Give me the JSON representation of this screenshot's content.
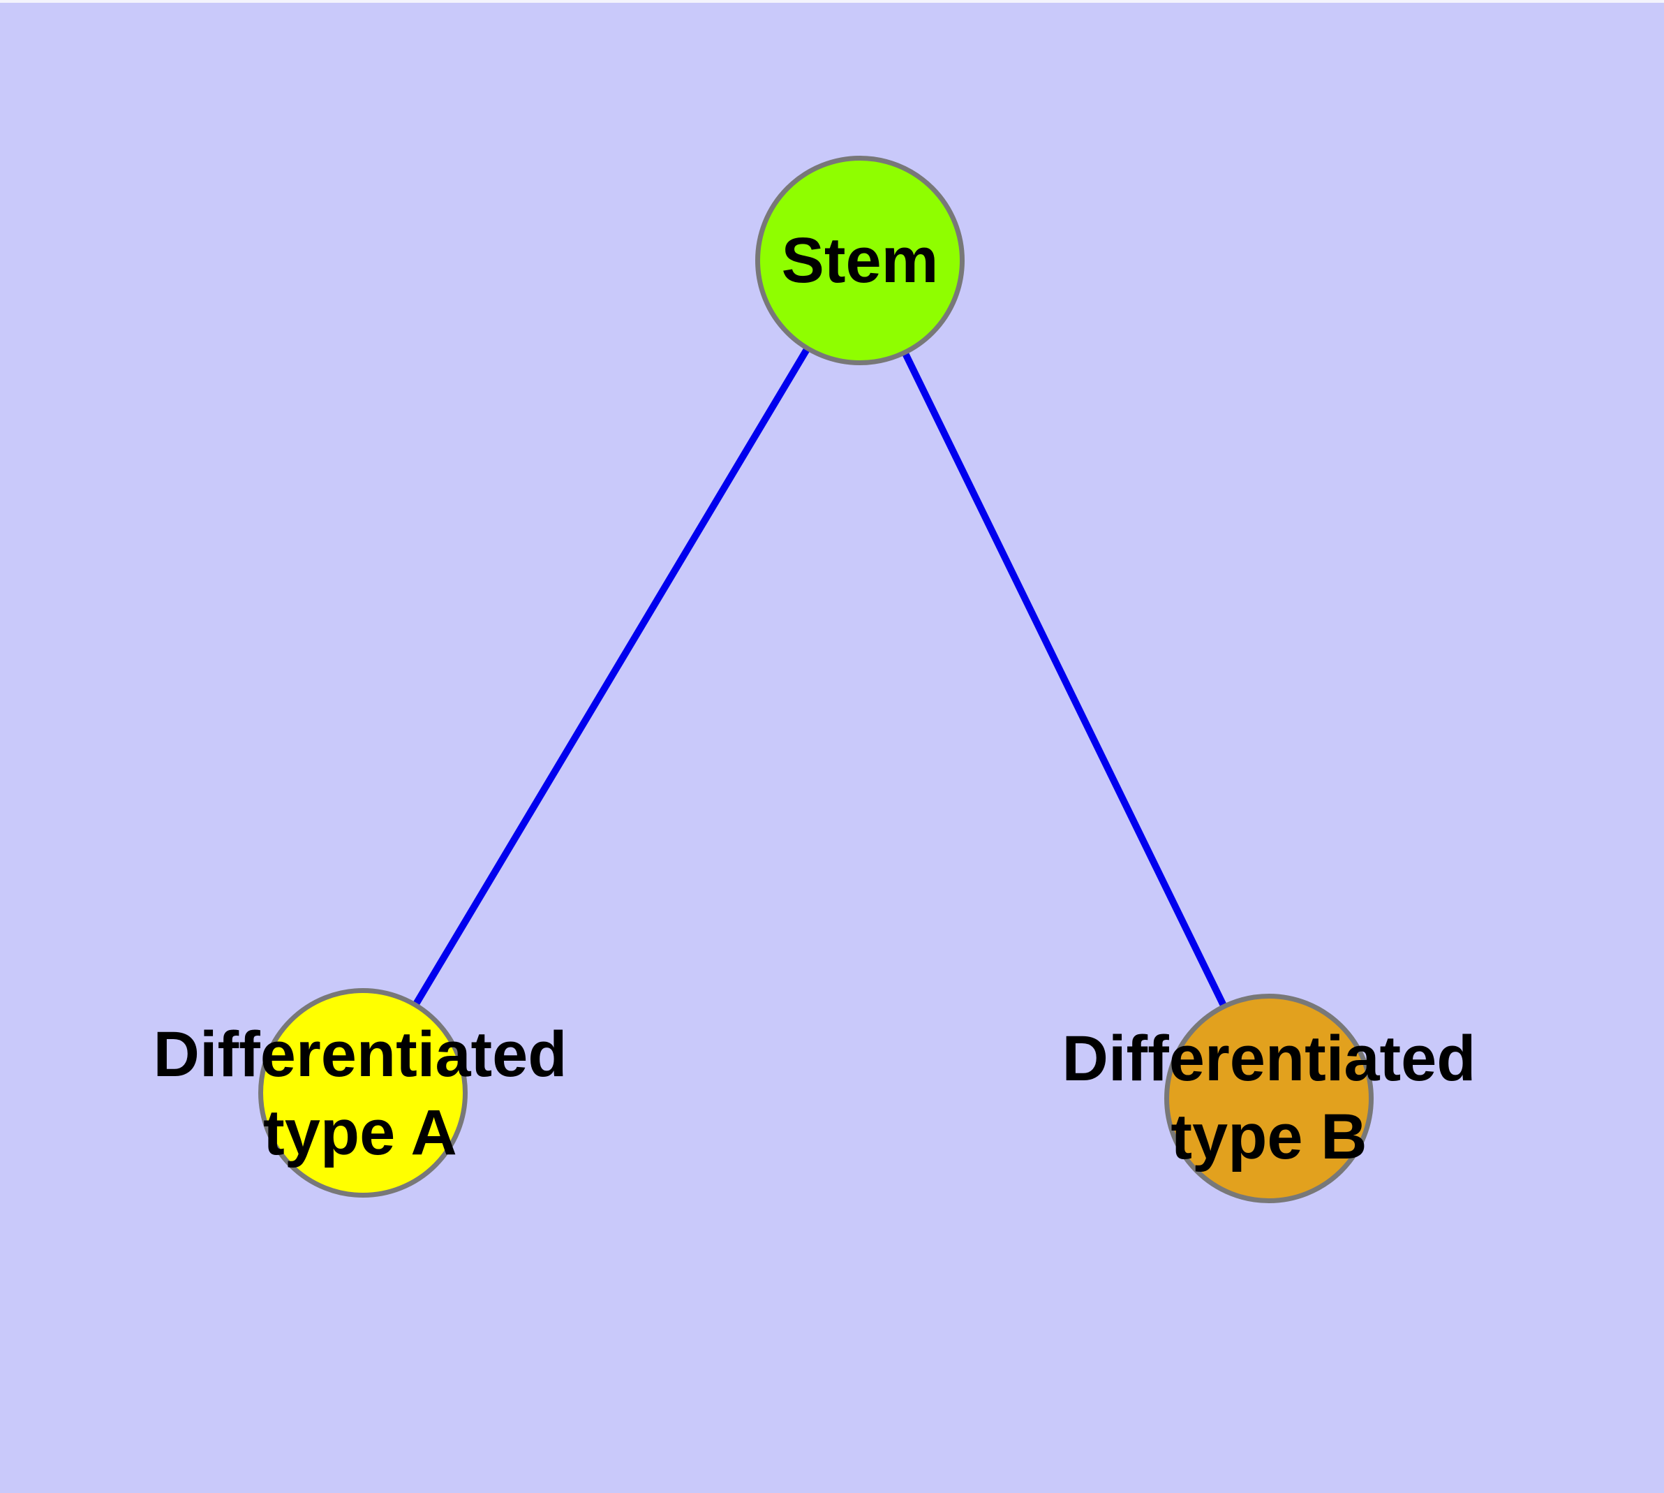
{
  "figure": {
    "type": "graph-diagram",
    "background_color": "#C9C9FA",
    "frame_color": "#F4F4FC",
    "text_color": "#000000"
  },
  "nodes": {
    "stem": {
      "label": "Stem",
      "fill_color": "#8FFE00",
      "border_color": "#787878"
    },
    "type_a": {
      "label": "Differentiated\ntype A",
      "fill_color": "#FFFF00",
      "border_color": "#787878"
    },
    "type_b": {
      "label": "Differentiated\ntype B",
      "fill_color": "#E2A11E",
      "border_color": "#787878"
    }
  },
  "edges": {
    "color": "#0000EE",
    "list": [
      {
        "from": "Stem",
        "to": "Differentiated type A"
      },
      {
        "from": "Stem",
        "to": "Differentiated type B"
      }
    ]
  }
}
